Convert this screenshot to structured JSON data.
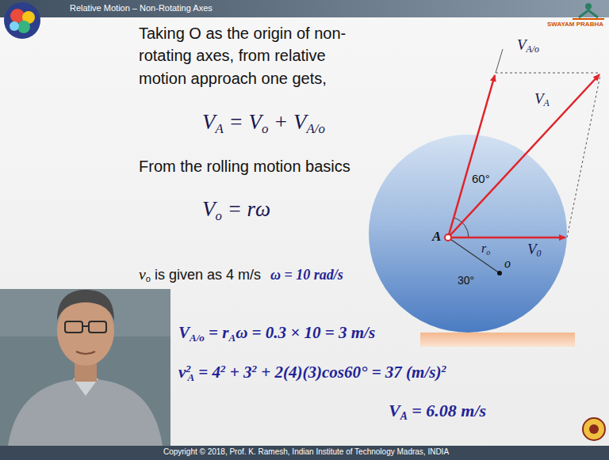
{
  "diagram": {
    "title": "Relative Motion – Non-Rotating Axes",
    "labels": [
      "SWAYAM PRABHA",
      "Taking O as the origin of non-rotating axes, from relative motion approach one gets,",
      "V",
      "A",
      " = V",
      "o",
      " + V",
      "A/o",
      "From the rolling motion basics",
      "V",
      "o",
      " = rω",
      "v",
      "o",
      " is given as 4 m/s",
      "ω = 10 rad/s",
      "V",
      "A/o",
      " = r",
      "A",
      "ω = 0.3 × 10 = 3 m/s",
      "v",
      "2",
      "A",
      " = 4",
      "2",
      " + 3",
      "2",
      " + 2(4)(3)cos60° = 37 (m/s)",
      "2",
      "V",
      "A",
      " = 6.08 m/s",
      "V",
      "A/o",
      "V",
      "A",
      "60°",
      "A",
      "V",
      "0",
      "r",
      "o",
      "o",
      "30°",
      "Copyright © 2018, Prof. K. Ramesh, Indian Institute of Technology Madras, INDIA"
    ]
  }
}
